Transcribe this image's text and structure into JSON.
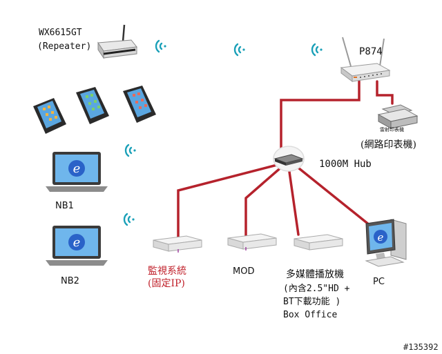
{
  "labels": {
    "repeater_model": "WX6615GT",
    "repeater_role": "(Repeater)",
    "router": "P874",
    "printer_caption": "雷射印表機",
    "printer": "(網路印表機)",
    "hub": "1000M Hub",
    "nb1": "NB1",
    "nb2": "NB2",
    "surveillance_1": "監視系統",
    "surveillance_2": "(固定IP)",
    "mod": "MOD",
    "media_1": "多媒體播放機",
    "media_2": "(內含2.5\"HD +",
    "media_3": "BT下載功能 )",
    "media_4": "Box Office",
    "pc": "PC",
    "watermark": "#135392"
  },
  "icons": {
    "router": "router-icon",
    "repeater": "repeater-icon",
    "hub": "hub-icon",
    "printer": "printer-icon",
    "phone": "smartphone-icon",
    "laptop": "laptop-icon",
    "settop": "set-top-box-icon",
    "pc": "desktop-pc-icon",
    "wifi": "wifi-signal-icon"
  },
  "colors": {
    "cable": "#b5222c",
    "wifi": "#1aa0b8",
    "accent_label": "#c0202a"
  }
}
